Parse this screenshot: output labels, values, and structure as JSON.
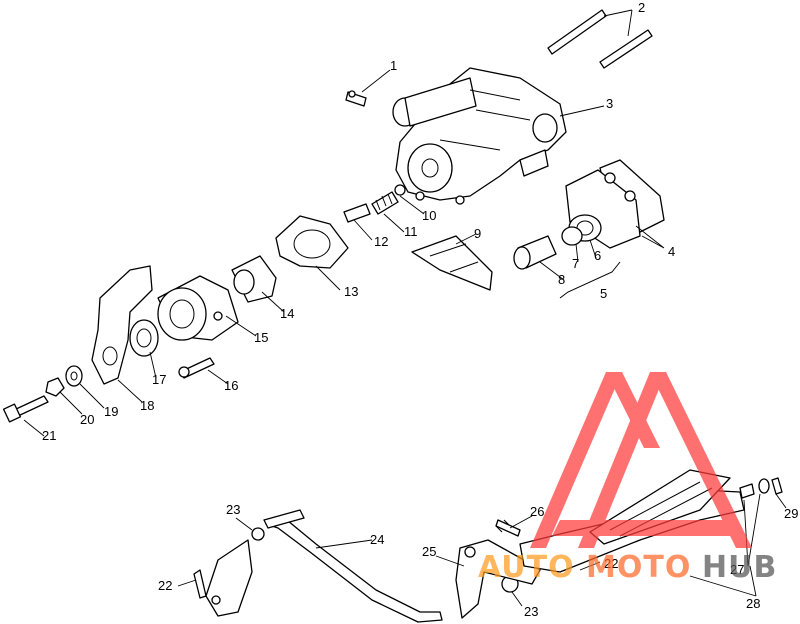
{
  "diagram": {
    "callouts": [
      "1",
      "2",
      "3",
      "4",
      "5",
      "6",
      "7",
      "8",
      "9",
      "10",
      "11",
      "12",
      "13",
      "14",
      "15",
      "16",
      "17",
      "18",
      "19",
      "20",
      "21",
      "22",
      "23",
      "24",
      "25",
      "26",
      "27",
      "28",
      "29"
    ],
    "callouts_extra": {
      "22b": "22",
      "23b": "23"
    }
  },
  "watermark": {
    "word_1": "AUTO",
    "word_2": "MOTO",
    "word_3": "HUB",
    "color_triangle": "#ff3b3b",
    "color_word_1": "#ff9a1f",
    "color_word_2": "#ff6a2a",
    "color_word_3": "#555555"
  }
}
